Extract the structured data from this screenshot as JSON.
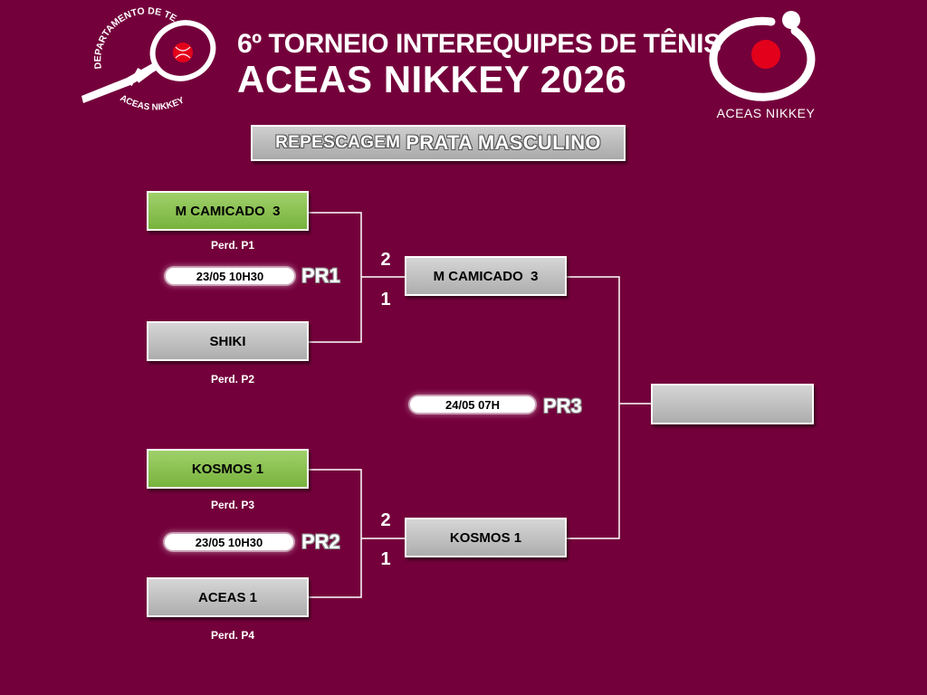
{
  "header": {
    "title_line1": "6º TORNEIO INTEREQUIPES DE TÊNIS",
    "title_line2": "ACEAS NIKKEY 2026",
    "left_logo_top_text": "DEPARTAMENTO DE TENIS",
    "left_logo_bottom_text": "ACEAS NIKKEY",
    "right_logo_text": "ACEAS NIKKEY"
  },
  "banner": {
    "part1": "REPESCAGEM",
    "part2": "PRATA MASCULINO"
  },
  "round1": {
    "match1": {
      "team_top": "M CAMICADO  3",
      "note_top": "Perd. P1",
      "team_bottom": "SHIKI",
      "note_bottom": "Perd. P2",
      "schedule": "23/05 10H30",
      "code": "PR1",
      "score_top": "2",
      "score_bottom": "1"
    },
    "match2": {
      "team_top": "KOSMOS 1",
      "note_top": "Perd. P3",
      "team_bottom": "ACEAS 1",
      "note_bottom": "Perd. P4",
      "schedule": "23/05 10H30",
      "code": "PR2",
      "score_top": "2",
      "score_bottom": "1"
    }
  },
  "round2": {
    "winner1": "M CAMICADO  3",
    "winner2": "KOSMOS 1",
    "schedule": "24/05 07H",
    "code": "PR3"
  },
  "final": {
    "winner": ""
  },
  "colors": {
    "background": "#74003b",
    "winner_box": "#8cc152",
    "box": "#c0c0c0",
    "ball": "#e3001b"
  }
}
